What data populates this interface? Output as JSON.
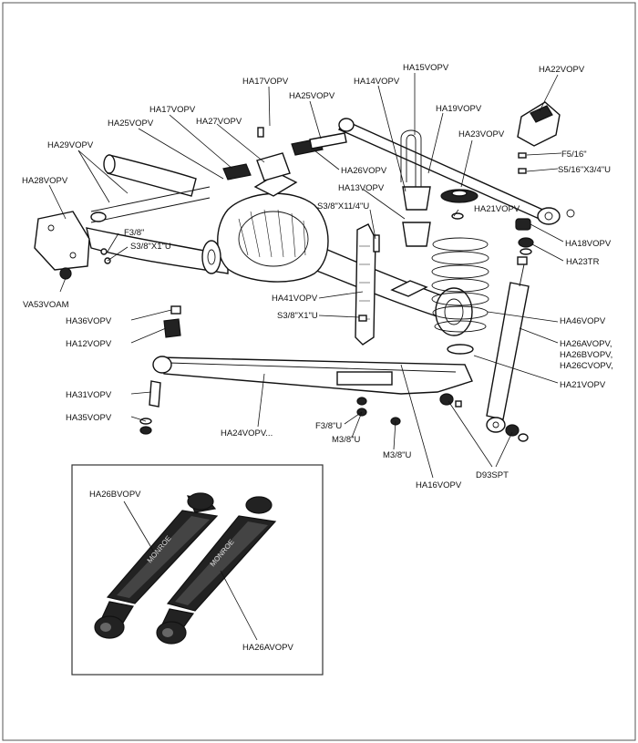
{
  "main_labels": {
    "ha15": "HA15VOPV",
    "ha22": "HA22VOPV",
    "ha17_top": "HA17VOPV",
    "ha14": "HA14VOPV",
    "ha25_top": "HA25VOPV",
    "ha17_mid": "HA17VOPV",
    "ha19": "HA19VOPV",
    "ha27": "HA27VOPV",
    "ha25_left": "HA25VOPV",
    "ha23": "HA23VOPV",
    "f5_16": "F5/16\"",
    "s5_16": "S5/16\"X3/4\"U",
    "ha29": "HA29VOPV",
    "ha26_top": "HA26VOPV",
    "ha28": "HA28VOPV",
    "ha13": "HA13VOPV",
    "s3_8_x11": "S3/8\"X11/4\"U",
    "ha21_top": "HA21VOPV",
    "f3_8_top": "F3/8\"",
    "s3_8_x1_top": "S3/8\"X1\"U",
    "ha18": "HA18VOPV",
    "ha23tr": "HA23TR",
    "va53": "VA53VOAM",
    "ha41": "HA41VOPV",
    "ha36": "HA36VOPV",
    "s3_8_x1_mid": "S3/8\"X1\"U",
    "ha46": "HA46VOPV",
    "ha12": "HA12VOPV",
    "ha26_stack_1": "HA26AVOPV,",
    "ha26_stack_2": "HA26BVOPV,",
    "ha26_stack_3": "HA26CVOPV,",
    "ha21_bottom": "HA21VOPV",
    "ha31": "HA31VOPV",
    "ha35": "HA35VOPV",
    "f3_8_u": "F3/8\"U",
    "ha24": "HA24VOPV...",
    "m3_8_u_left": "M3/8\"U",
    "m3_8_u_right": "M3/8\"U",
    "d93spt": "D93SPT",
    "ha16": "HA16VOPV"
  },
  "inset": {
    "label_b": "HA26BVOPV",
    "label_a": "HA26AVOPV",
    "brand_text_left": "MONROE",
    "brand_text_right": "MONROE"
  }
}
